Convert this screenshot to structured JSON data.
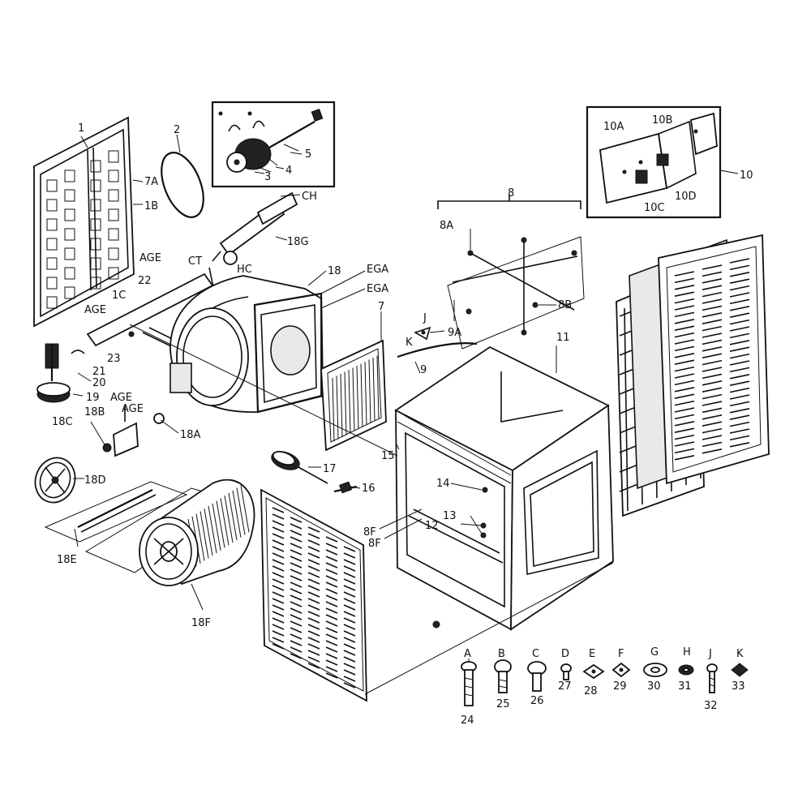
{
  "labels": {
    "l1": "1",
    "l2": "2",
    "l3": "3",
    "l4": "4",
    "l5": "5",
    "l7": "7",
    "l7A": "7A",
    "l1B": "1B",
    "l1C": "1C",
    "lAGE1": "AGE",
    "lAGE2": "AGE",
    "lAGE3": "AGE",
    "lAGE4": "AGE",
    "l22": "22",
    "l23": "23",
    "l21": "21",
    "l20": "20",
    "l19": "19",
    "l18B": "18B",
    "l18C": "18C",
    "l18A": "18A",
    "l18D": "18D",
    "l18E": "18E",
    "l18F": "18F",
    "l18": "18",
    "l18G": "18G",
    "lCH": "CH",
    "lCT": "CT",
    "lHC": "HC",
    "lEGA1": "EGA",
    "lEGA2": "EGA",
    "l8": "8",
    "l8A": "8A",
    "l8B": "8B",
    "l9": "9",
    "l9A": "9A",
    "lJ": "J",
    "lK": "K",
    "l10": "10",
    "l10A": "10A",
    "l10B": "10B",
    "l10C": "10C",
    "l10D": "10D",
    "l11": "11",
    "l12": "12",
    "l13": "13",
    "l14": "14",
    "l15": "15",
    "l16": "16",
    "l17": "17",
    "l8F1": "8F",
    "l8F2": "8F"
  },
  "hardware": [
    {
      "letter": "A",
      "number": "24",
      "type": "carriage-bolt-long"
    },
    {
      "letter": "B",
      "number": "25",
      "type": "carriage-bolt"
    },
    {
      "letter": "C",
      "number": "26",
      "type": "carriage-bolt-short"
    },
    {
      "letter": "D",
      "number": "27",
      "type": "screw"
    },
    {
      "letter": "E",
      "number": "28",
      "type": "square-nut"
    },
    {
      "letter": "F",
      "number": "29",
      "type": "nut"
    },
    {
      "letter": "G",
      "number": "30",
      "type": "flat-washer"
    },
    {
      "letter": "H",
      "number": "31",
      "type": "washer"
    },
    {
      "letter": "J",
      "number": "32",
      "type": "long-screw"
    },
    {
      "letter": "K",
      "number": "33",
      "type": "speed-nut"
    }
  ]
}
